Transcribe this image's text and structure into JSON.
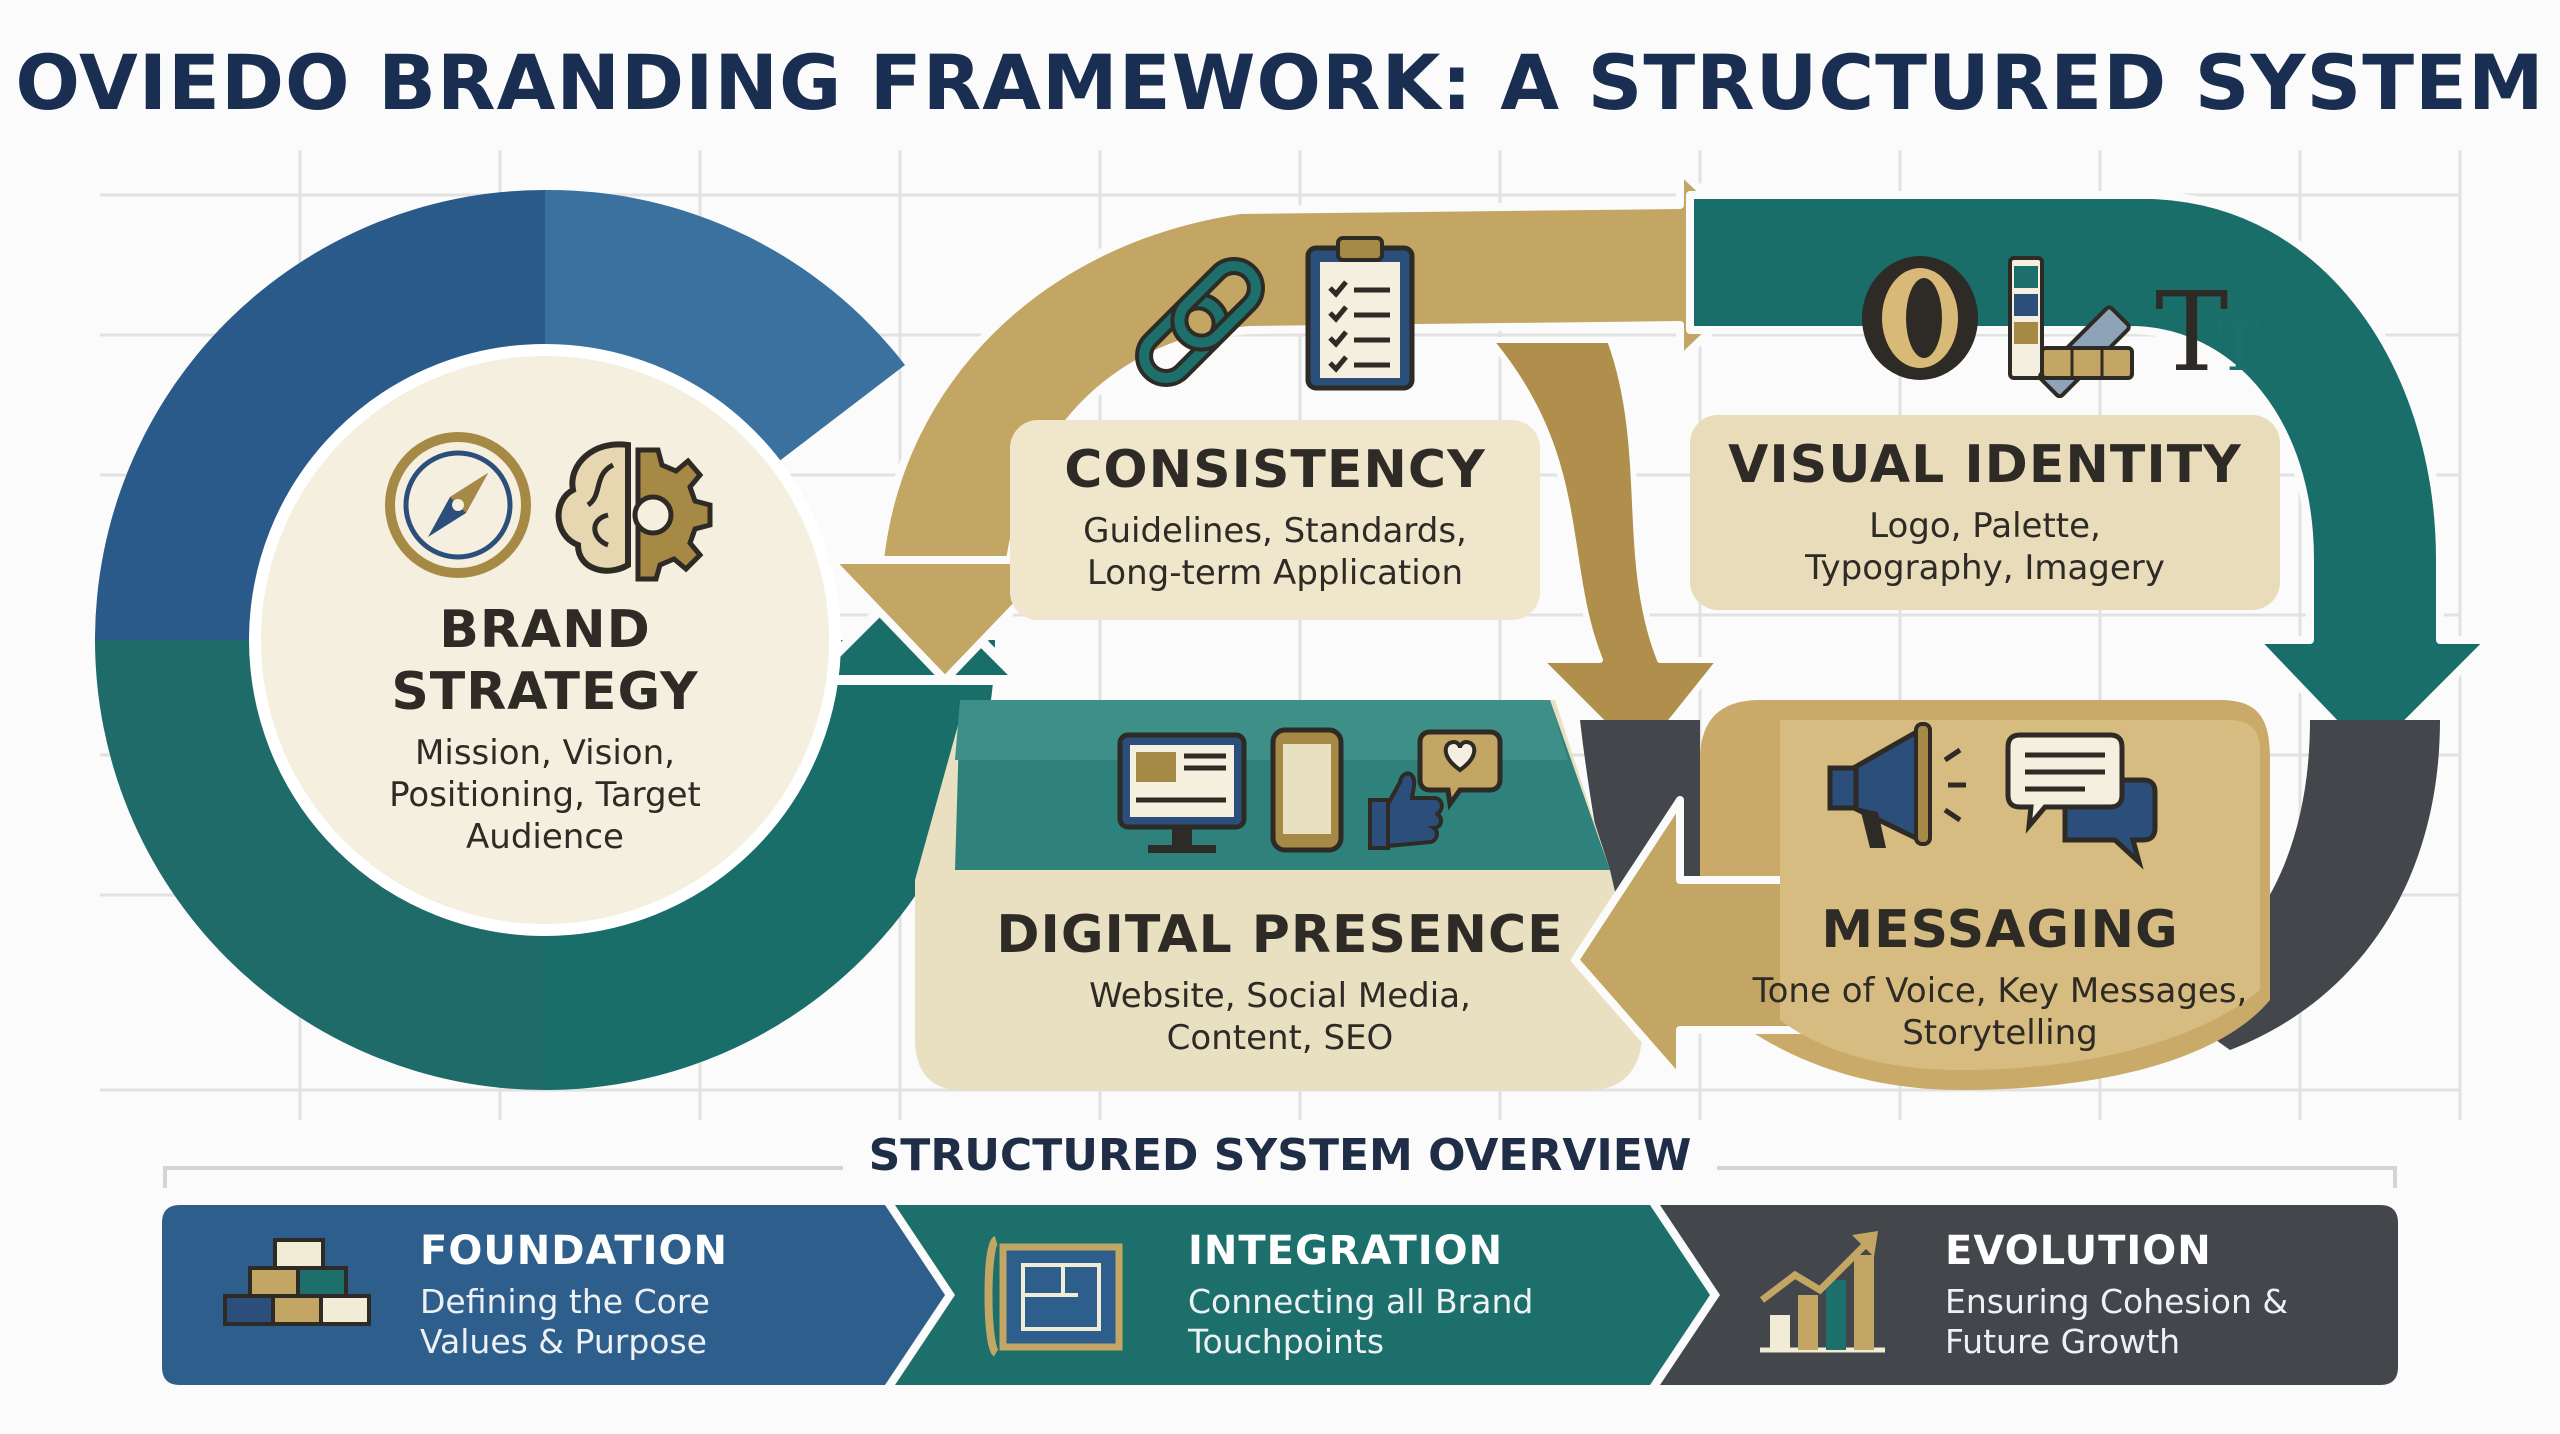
{
  "title": "OVIEDO BRANDING FRAMEWORK: A STRUCTURED SYSTEM",
  "colors": {
    "navy": "#1a2e52",
    "blue": "#2e5e8c",
    "teal": "#1c6f6b",
    "gold": "#c3a564",
    "cream": "#f2ecd6",
    "charcoal": "#43464b"
  },
  "nodes": {
    "brand_strategy": {
      "title_line1": "BRAND",
      "title_line2": "STRATEGY",
      "desc_line1": "Mission, Vision,",
      "desc_line2": "Positioning, Target",
      "desc_line3": "Audience",
      "icons": [
        "compass-icon",
        "brain-gear-icon"
      ]
    },
    "consistency": {
      "title": "CONSISTENCY",
      "desc_line1": "Guidelines, Standards,",
      "desc_line2": "Long-term Application",
      "icons": [
        "chain-link-icon",
        "clipboard-checklist-icon"
      ]
    },
    "visual_identity": {
      "title": "VISUAL IDENTITY",
      "desc_line1": "Logo, Palette,",
      "desc_line2": "Typography, Imagery",
      "icons": [
        "logo-o-icon",
        "color-swatch-icon",
        "typography-icon"
      ]
    },
    "digital_presence": {
      "title": "DIGITAL PRESENCE",
      "desc_line1": "Website, Social Media,",
      "desc_line2": "Content, SEO",
      "icons": [
        "desktop-monitor-icon",
        "smartphone-icon",
        "thumbs-up-heart-icon"
      ]
    },
    "messaging": {
      "title": "MESSAGING",
      "desc_line1": "Tone of Voice, Key Messages,",
      "desc_line2": "Storytelling",
      "icons": [
        "megaphone-icon",
        "speech-bubbles-icon"
      ]
    }
  },
  "overview": {
    "heading": "STRUCTURED SYSTEM OVERVIEW",
    "stages": [
      {
        "title": "FOUNDATION",
        "desc_line1": "Defining the Core",
        "desc_line2": "Values & Purpose",
        "icon": "building-blocks-icon",
        "color": "#2e5e8c"
      },
      {
        "title": "INTEGRATION",
        "desc_line1": "Connecting all Brand",
        "desc_line2": "Touchpoints",
        "icon": "blueprint-icon",
        "color": "#1c6f6b"
      },
      {
        "title": "EVOLUTION",
        "desc_line1": "Ensuring Cohesion &",
        "desc_line2": "Future Growth",
        "icon": "growth-chart-icon",
        "color": "#43464b"
      }
    ]
  }
}
